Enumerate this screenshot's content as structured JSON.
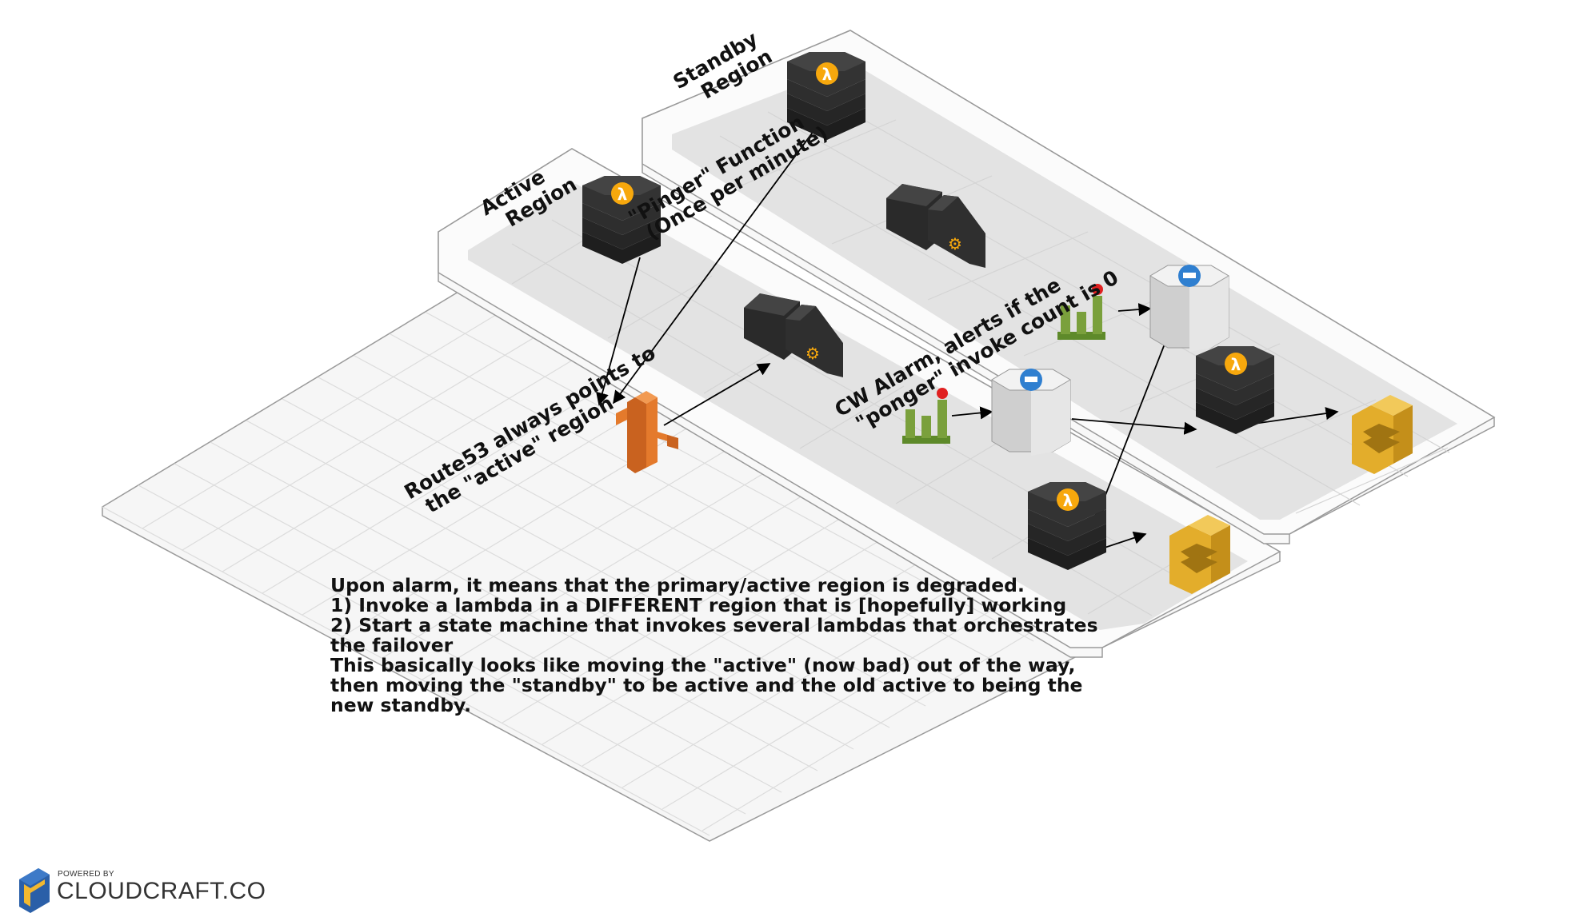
{
  "regions": {
    "standby_label": [
      "Standby",
      "Region"
    ],
    "active_label": [
      "Active",
      "Region"
    ]
  },
  "labels": {
    "pinger": [
      "\"Pinger\" Function",
      "(Once per minute)"
    ],
    "route53": [
      "Route53 always points to",
      "the \"active\" region"
    ],
    "cw_alarm": [
      "CW Alarm, alerts if the",
      "\"ponger\" invoke count is 0"
    ]
  },
  "note": {
    "lines": [
      "Upon alarm, it means that the primary/active region is degraded.",
      "1) Invoke a lambda in a DIFFERENT region that is [hopefully] working",
      "2) Start a state machine that invokes several lambdas that orchestrates",
      "the failover",
      "This basically looks like moving the \"active\" (now bad) out of the way,",
      "then moving the \"standby\" to be active and the old active to being the",
      "new standby."
    ]
  },
  "branding": {
    "powered_by": "POWERED BY",
    "name": "CLOUDCRAFT.CO"
  },
  "icons": {
    "lambda": "lambda-icon",
    "api_gateway": "api-gateway-icon",
    "route53": "route53-icon",
    "cloudwatch_alarm": "cloudwatch-alarm-icon",
    "dynamodb": "dynamodb-icon",
    "step_functions": "step-functions-icon"
  },
  "colors": {
    "lambda_orange": "#f7a80d",
    "route53_orange": "#e47a2c",
    "cloudwatch_green": "#7aa03c",
    "alarm_red": "#e02020",
    "dynamo_blue": "#2f7fd0",
    "step_gold": "#e3ad2b",
    "dark_block": "#2e2e2e"
  }
}
